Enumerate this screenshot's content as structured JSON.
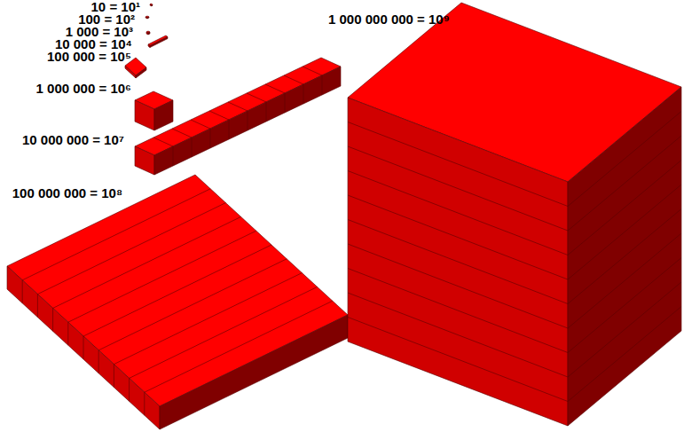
{
  "diagram": {
    "labels": [
      "10 = 10¹",
      "100 = 10²",
      "1 000 = 10³",
      "10 000 = 10⁴",
      "100 000 = 10⁵",
      "1 000 000 = 10⁶",
      "10 000 000 = 10⁷",
      "100 000 000 = 10⁸",
      "1 000 000 000 = 10⁹"
    ]
  }
}
